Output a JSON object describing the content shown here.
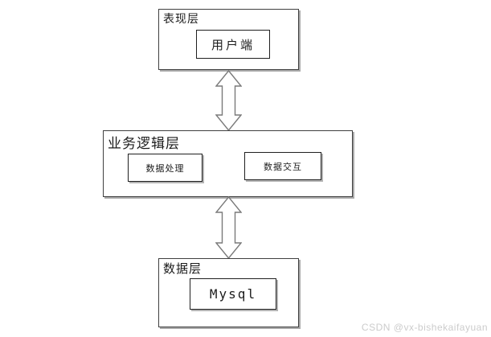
{
  "diagram": {
    "layers": [
      {
        "id": "presentation",
        "label": "表现层",
        "nodes": [
          {
            "label": "用户端"
          }
        ]
      },
      {
        "id": "business-logic",
        "label": "业务逻辑层",
        "nodes": [
          {
            "label": "数据处理"
          },
          {
            "label": "数据交互"
          }
        ]
      },
      {
        "id": "data",
        "label": "数据层",
        "nodes": [
          {
            "label": "Mysql"
          }
        ]
      }
    ],
    "connectors": [
      {
        "type": "double-arrow",
        "direction": "vertical",
        "from": "表现层",
        "to": "业务逻辑层"
      },
      {
        "type": "double-arrow",
        "direction": "vertical",
        "from": "业务逻辑层",
        "to": "数据层"
      }
    ]
  },
  "watermark": {
    "text": "CSDN @vx-bishekaifayuan"
  },
  "colors": {
    "background": "#ffffff",
    "box_border": "#3f3f3f",
    "node_border": "#1f1f1f",
    "box_shadow": "#a9a9a9",
    "arrow_outline": "#7a7a7a",
    "arrow_fill": "#ffffff",
    "watermark_text": "#cccccc"
  }
}
